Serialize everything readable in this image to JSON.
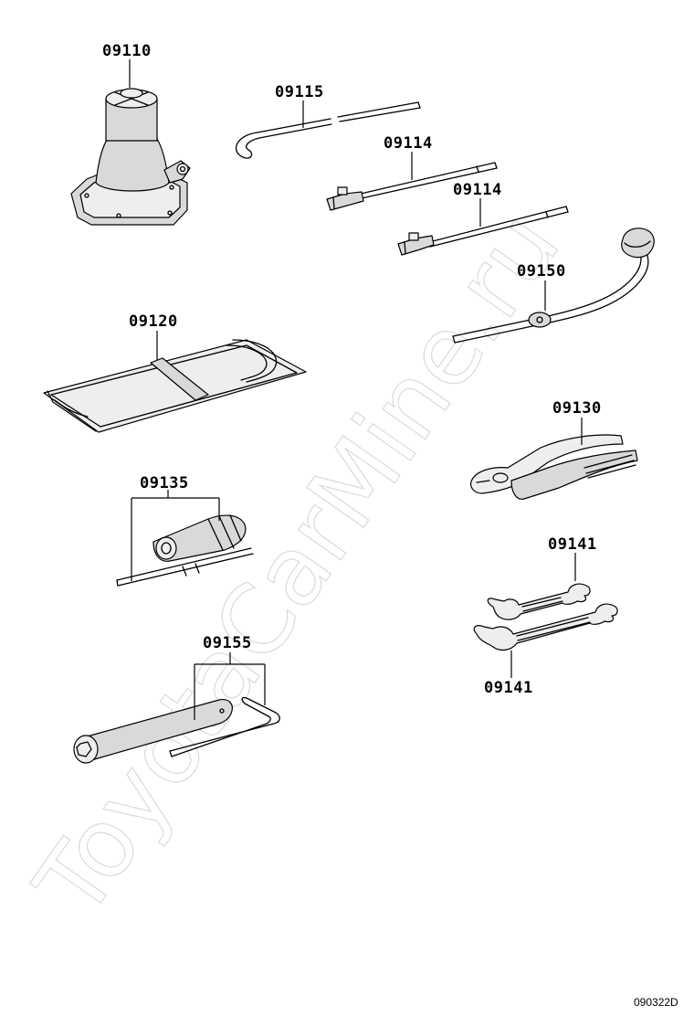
{
  "diagram": {
    "parts": [
      {
        "id": "jack",
        "number": "09110"
      },
      {
        "id": "hook-rod",
        "number": "09115"
      },
      {
        "id": "handle-rod-upper",
        "number": "09114"
      },
      {
        "id": "handle-rod-lower",
        "number": "09114"
      },
      {
        "id": "wheel-wrench",
        "number": "09150"
      },
      {
        "id": "tool-bag",
        "number": "09120"
      },
      {
        "id": "pliers",
        "number": "09130"
      },
      {
        "id": "screwdriver",
        "number": "09135"
      },
      {
        "id": "wrench-upper",
        "number": "09141"
      },
      {
        "id": "wrench-lower",
        "number": "09141"
      },
      {
        "id": "plug-wrench",
        "number": "09155"
      }
    ],
    "watermark": "ToyotaCarMine.ru",
    "drawing_code": "090322D"
  }
}
